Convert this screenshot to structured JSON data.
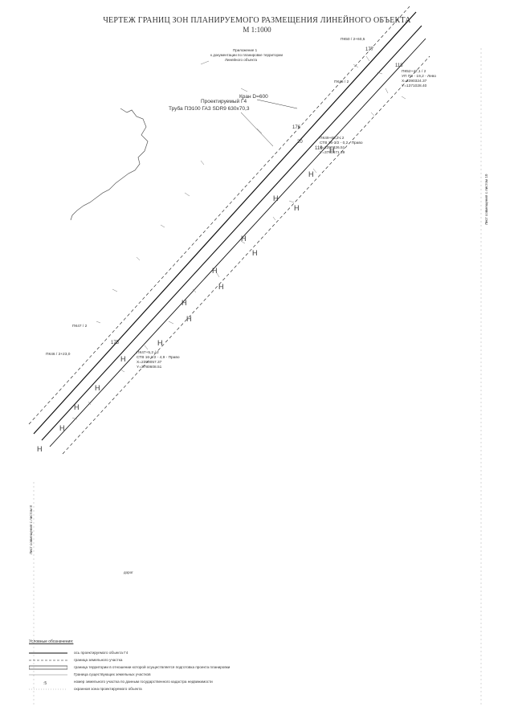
{
  "title": "ЧЕРТЕЖ ГРАНИЦ ЗОН ПЛАНИРУЕМОГО РАЗМЕЩЕНИЯ ЛИНЕЙНОГО ОБЪЕКТА",
  "scale": "М 1:1000",
  "note": [
    "Приложение 1",
    "к документации по планировке территории",
    "Линейного объекта"
  ],
  "pipe_label": [
    "Проектируемый Г4",
    "Труба ПЭ100 ГАЗ SDR9 630х70,3"
  ],
  "crane_label": "Кран D=600",
  "pickets": {
    "pk50": "ПК50 / 2+60,5",
    "pk52": "ПК52+47,1 / 2",
    "ugol": "УП ПЗ - 19,2 - Лево",
    "x1": "Х=2390324.37",
    "y1": "Y=1371028.40",
    "pk49a": "ПК49+68,2 / 2",
    "ctv1": "СТВ 16-3/2 - 0,2 - Право",
    "x2": "Х=2390326.51",
    "y2": "Y=3780671.29",
    "pk48": "ПК48 / 2",
    "pk47": "ПК47 / 2",
    "pk46": "ПК46 / 2+23,0",
    "pk47b": "ПК47+5,2 / 2",
    "ctv2": "СТВ 16-2/2 - 4,9 - Право",
    "x3": "Х=2390057.37",
    "y3": "Y=3780608.51"
  },
  "numbers": [
    "177",
    "176",
    "175",
    "118",
    "119",
    "20"
  ],
  "side_right": "Лист совмещения с листом 10",
  "side_left": "Лист совмещения с листом 8",
  "bottom_mark": "дорог",
  "legend": {
    "header": "Условные обозначения:",
    "items": [
      "ось проектируемого объекта Г4",
      "граница земельного участка",
      "граница территории в отношении которой осуществляется подготовка проекта планировки",
      "Граница существующих земельных участков",
      "номер земельного участка по данным государственного кадастра недвижимости",
      "охранная зона проектируемого объекта"
    ]
  }
}
